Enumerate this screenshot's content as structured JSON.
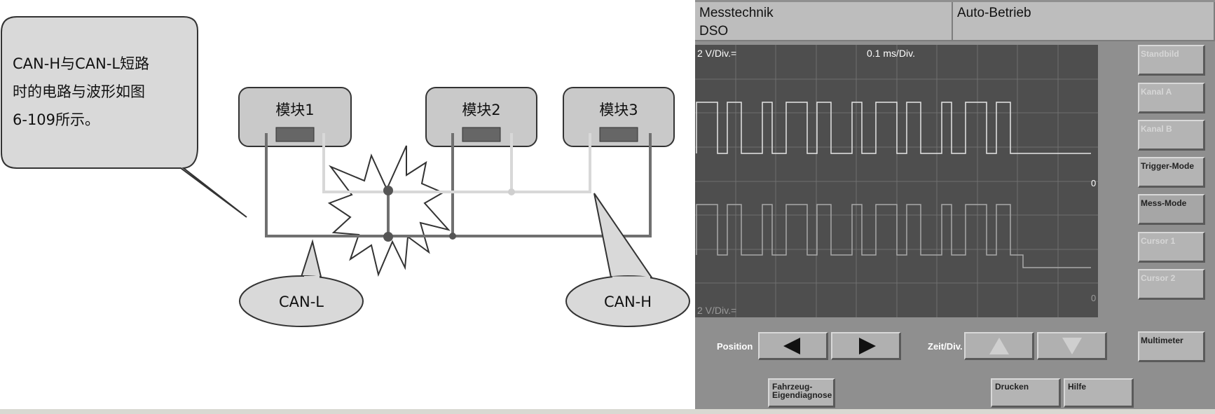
{
  "callout": {
    "lines": [
      "CAN-H与CAN-L短路",
      "时的电路与波形如图",
      "6-109所示。"
    ]
  },
  "modules": [
    "模块1",
    "模块2",
    "模块3"
  ],
  "bubbles": {
    "can_l": "CAN-L",
    "can_h": "CAN-H"
  },
  "dso": {
    "header": {
      "left_line1": "Messtechnik",
      "left_line2": "DSO",
      "right": "Auto-Betrieb"
    },
    "scope": {
      "top_left": "2 V/Div.=",
      "top_center": "0.1 ms/Div.",
      "bottom_left": "2 V/Div.=",
      "zero_marker_a": "0",
      "zero_marker_b": "0"
    },
    "side_buttons": [
      {
        "label": "Standbild",
        "state": "disabled"
      },
      {
        "label": "Kanal A",
        "state": "disabled"
      },
      {
        "label": "Kanal B",
        "state": "disabled"
      },
      {
        "label": "Trigger-Mode",
        "state": "enabled"
      },
      {
        "label": "Mess-Mode",
        "state": "pressed"
      },
      {
        "label": "Cursor 1",
        "state": "disabled"
      },
      {
        "label": "Cursor 2",
        "state": "disabled"
      },
      {
        "label": "Multimeter",
        "state": "enabled"
      }
    ],
    "controls": {
      "position_label": "Position",
      "zeit_label": "Zeit/Div.",
      "left_arrow_icon": "triangle-left-icon",
      "right_arrow_icon": "triangle-right-icon",
      "up_arrow_icon": "triangle-up-icon",
      "down_arrow_icon": "triangle-down-icon"
    },
    "bottom_buttons": {
      "fahrzeug": "Fahrzeug-\nEigendiagnose",
      "drucken": "Drucken",
      "hilfe": "Hilfe"
    }
  },
  "colors": {
    "module_fill": "#c9c9c9",
    "can_l_wire": "#707070",
    "can_h_wire": "#d8d8d8",
    "scope_bg": "#4e4e4e",
    "trace": "#e6e6e6",
    "panel_bg": "#8f8f8f"
  }
}
